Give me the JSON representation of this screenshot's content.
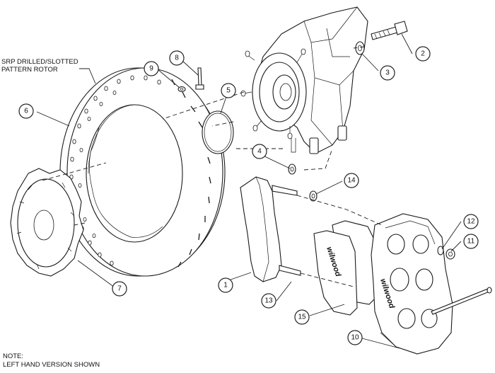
{
  "rotor_label": {
    "line1": "SRP DRILLED/SLOTTED",
    "line2": "PATTERN ROTOR"
  },
  "note": {
    "line1": "NOTE:",
    "line2": "LEFT HAND VERSION SHOWN"
  },
  "brand_logo": "wilwood",
  "callouts": [
    {
      "id": "c1",
      "number": "1"
    },
    {
      "id": "c2",
      "number": "2"
    },
    {
      "id": "c3",
      "number": "3"
    },
    {
      "id": "c4",
      "number": "4"
    },
    {
      "id": "c5",
      "number": "5"
    },
    {
      "id": "c6",
      "number": "6"
    },
    {
      "id": "c7",
      "number": "7"
    },
    {
      "id": "c8",
      "number": "8"
    },
    {
      "id": "c9",
      "number": "9"
    },
    {
      "id": "c10",
      "number": "10"
    },
    {
      "id": "c11",
      "number": "11"
    },
    {
      "id": "c12",
      "number": "12"
    },
    {
      "id": "c13",
      "number": "13"
    },
    {
      "id": "c14",
      "number": "14"
    },
    {
      "id": "c15",
      "number": "15"
    }
  ]
}
